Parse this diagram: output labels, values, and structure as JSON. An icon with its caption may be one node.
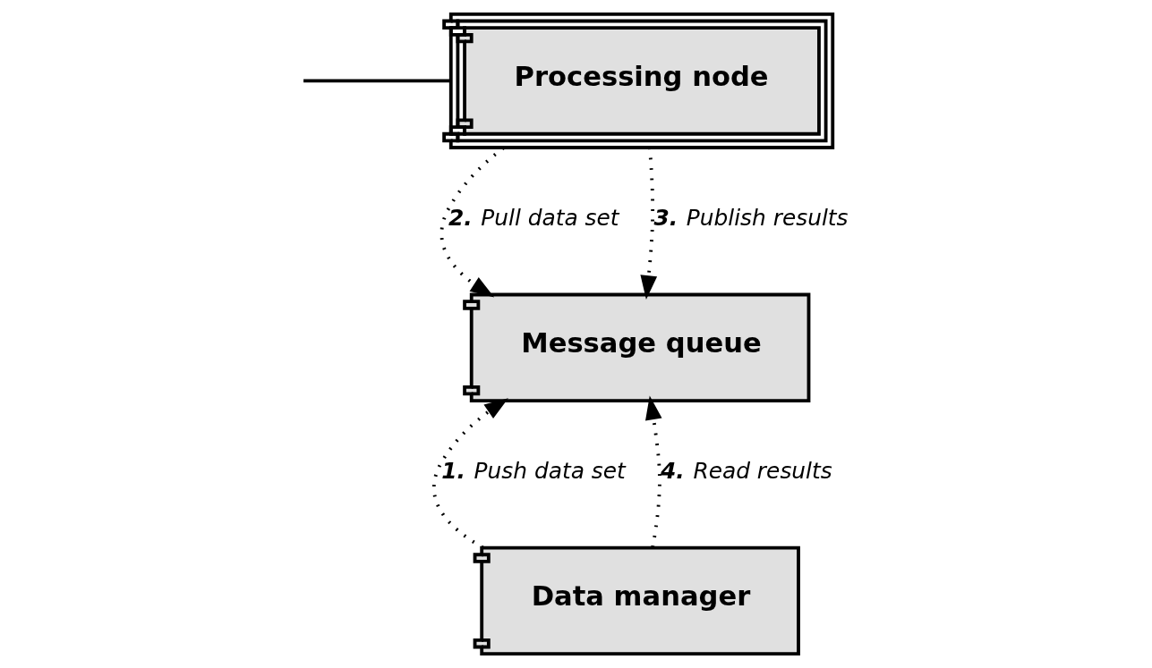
{
  "diagram": {
    "nodes": [
      {
        "text": [
          "Processing node"
        ]
      },
      {
        "text": [
          "Message queue"
        ]
      },
      {
        "text": [
          "Data manager"
        ]
      }
    ],
    "edges": [
      {
        "from": 2,
        "to": 1,
        "arrow": "to",
        "label": "**1.** Push data set",
        "style": "dashed"
      },
      {
        "from": 0,
        "to": 1,
        "arrow": "to",
        "label": "**2.** Pull data set",
        "style": "dashed"
      },
      {
        "from": 0,
        "to": 1,
        "arrow": "to",
        "label": "**3.** Publish results",
        "style": "dashed"
      },
      {
        "from": 2,
        "to": 1,
        "arrow": "to",
        "label": "**4.** Read results",
        "style": "dashed"
      },
      {
        "from": null,
        "to": 0,
        "arrow": "none"
      }
    ]
  }
}
